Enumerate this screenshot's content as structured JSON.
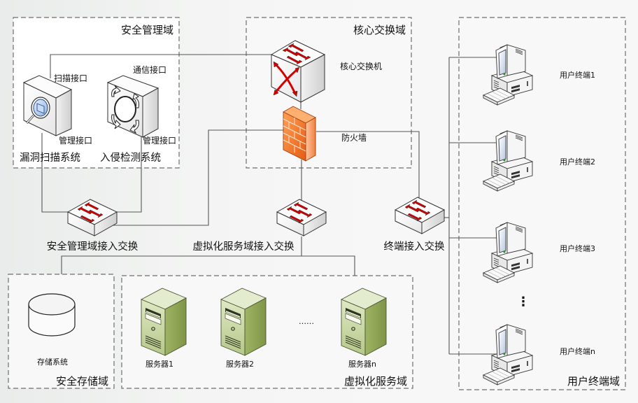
{
  "title": "网络拓扑结构图",
  "zones": {
    "security_mgmt": "安全管理域",
    "core_switch": "核心交换域",
    "user_terminal": "用户终端域",
    "secure_storage": "安全存储域",
    "virtual_service": "虚拟化服务域"
  },
  "devices": {
    "vuln_scanner": {
      "label": "漏洞扫描系统",
      "scan_port": "扫描接口",
      "mgmt_port": "管理接口",
      "icon": "magnifier-scanner-icon"
    },
    "ids": {
      "label": "入侵检测系统",
      "comm_port": "通信接口",
      "mgmt_port": "管理接口",
      "icon": "ids-ring-icon"
    },
    "core_switch": {
      "label": "核心交换机",
      "icon": "core-switch-icon"
    },
    "firewall": {
      "label": "防火墙",
      "icon": "firewall-icon"
    },
    "access_switches": [
      {
        "label": "安全管理域接入交换",
        "icon": "switch-icon"
      },
      {
        "label": "虚拟化服务域接入交换",
        "icon": "switch-icon"
      },
      {
        "label": "终端接入交换",
        "icon": "switch-icon"
      }
    ],
    "terminals": [
      {
        "label": "用户终端1"
      },
      {
        "label": "用户终端2"
      },
      {
        "label": "用户终端3"
      },
      {
        "label": "用户终端n"
      }
    ],
    "terminal_ellipsis": "⋮",
    "storage": {
      "label": "存储系统",
      "icon": "storage-cylinder-icon"
    },
    "servers": [
      {
        "label": "服务器1"
      },
      {
        "label": "服务器2"
      },
      {
        "label": "服务器n"
      }
    ],
    "server_ellipsis": "……"
  },
  "colors": {
    "arrow_red": "#d40000",
    "firewall_orange": "#f07a2a",
    "server_green": "#9cb060",
    "zone_border": "#6e6e6e",
    "wire": "#555555"
  }
}
